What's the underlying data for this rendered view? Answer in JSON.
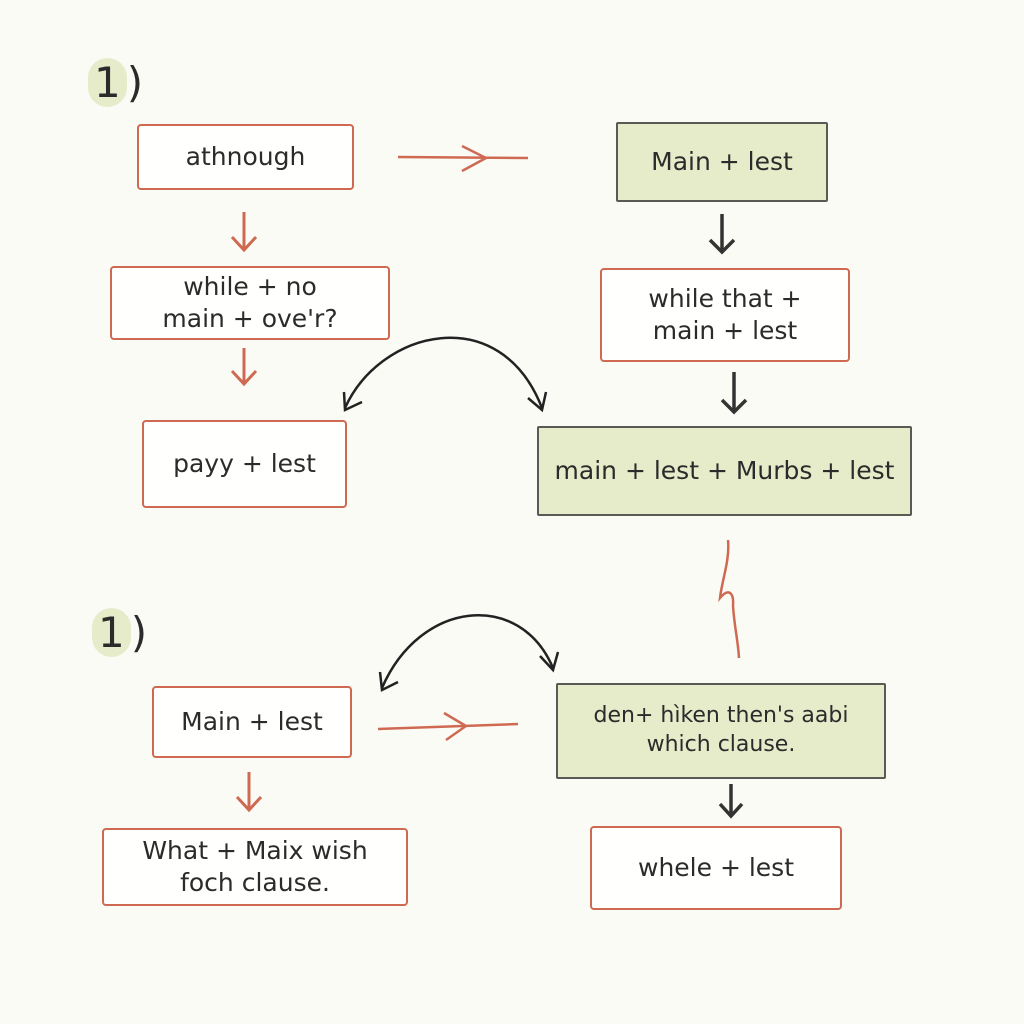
{
  "colors": {
    "red": "#cf6a52",
    "dark": "#333333",
    "green_fill": "#e6ebc9"
  },
  "section1": {
    "number": "1",
    "paren": ")",
    "boxes": {
      "although": "athnough",
      "while_no_line1": "while + no",
      "while_no_line2": "main + ove'r?",
      "payy": "payy + lest",
      "main_lest": "Main + lest",
      "while_that_line1": "while that +",
      "while_that_line2": "main + lest",
      "main_murbs": "main + lest + Murbs + lest"
    }
  },
  "section2": {
    "number": "1",
    "paren": ")",
    "boxes": {
      "main_lest": "Main + lest",
      "what_line1": "What + Maix wish",
      "what_line2": "foch clause.",
      "den_line1": "den+ hìken then's aabi",
      "den_line2": "which clause.",
      "whele": "whele + lest"
    }
  }
}
